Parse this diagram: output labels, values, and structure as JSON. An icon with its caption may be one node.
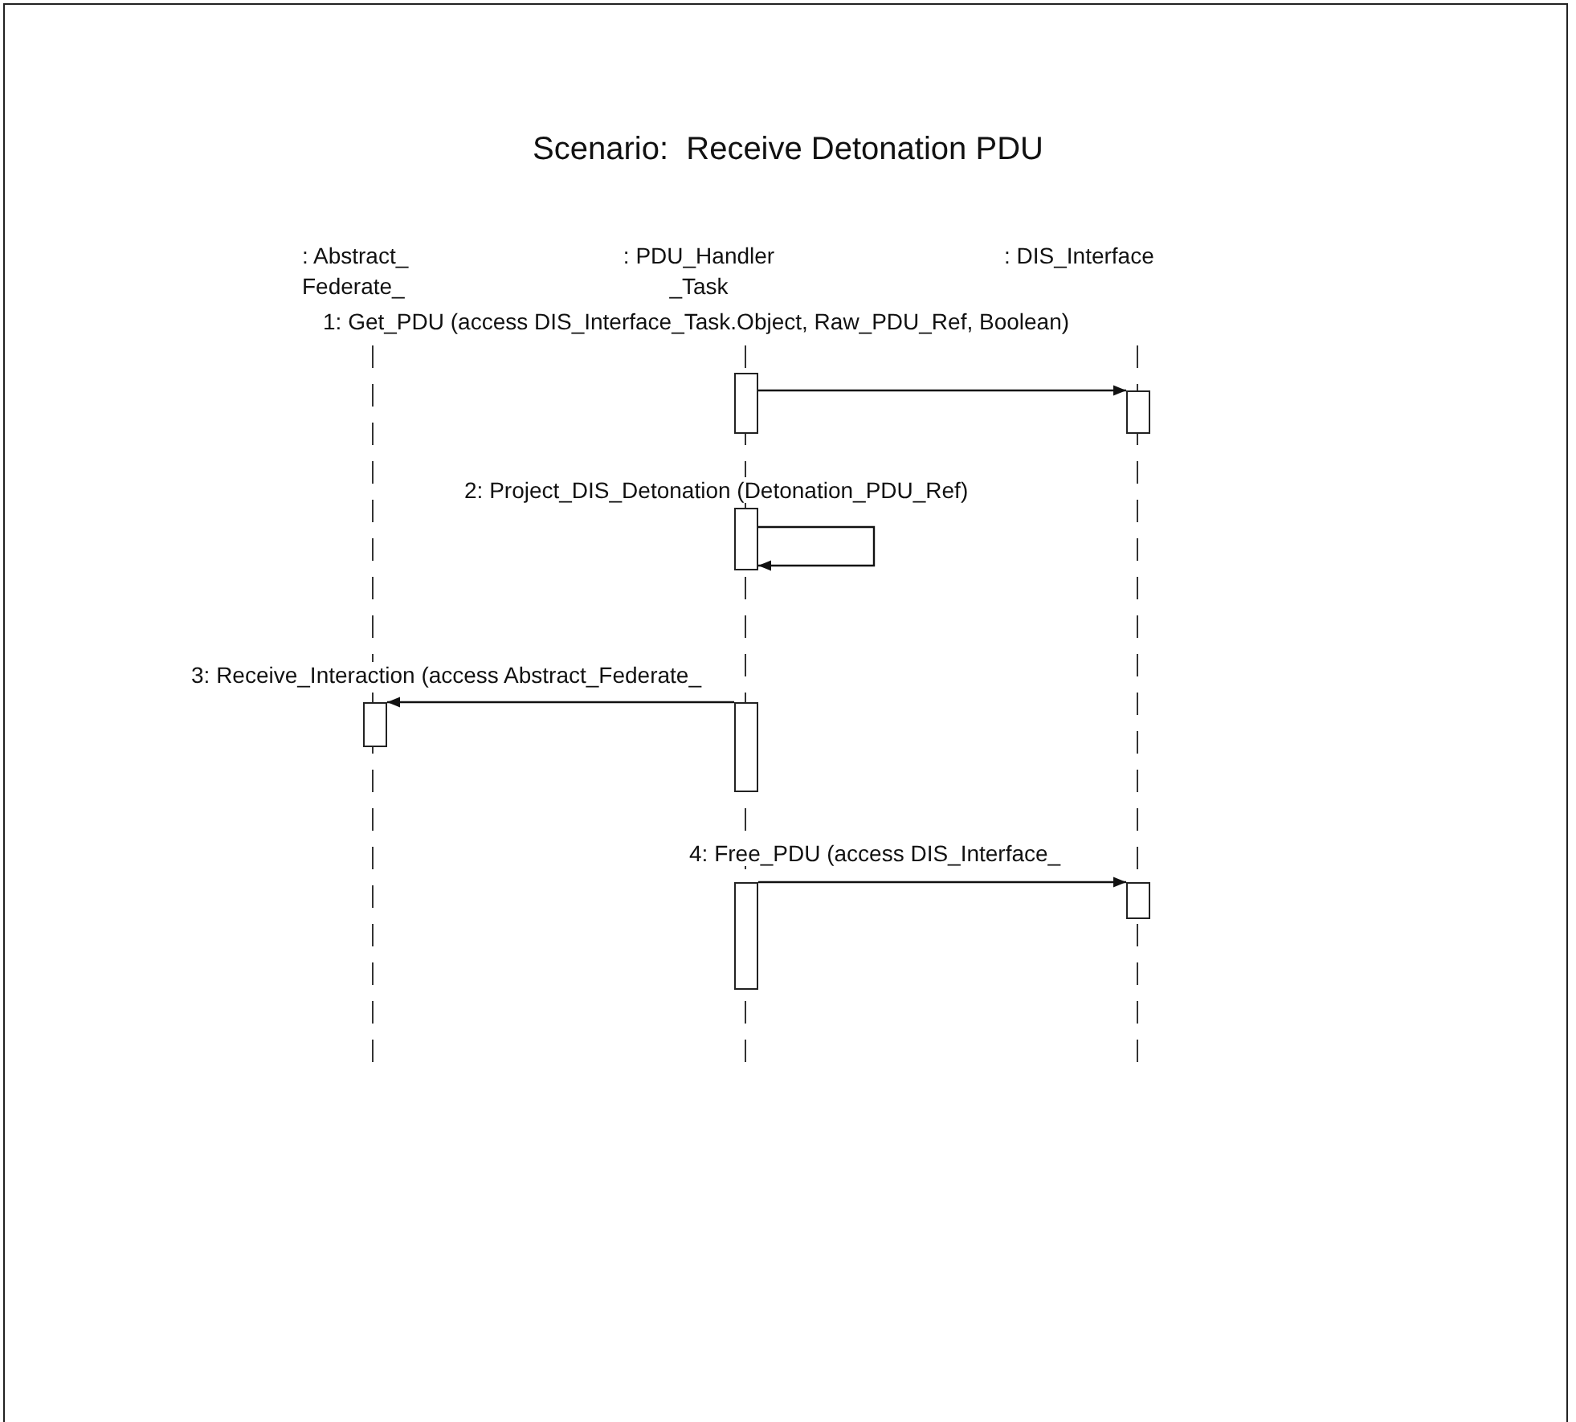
{
  "diagram": {
    "title": "Scenario:  Receive Detonation PDU",
    "nodes": [
      {
        "text": [
          ": Abstract_ Federate_"
        ]
      },
      {
        "text": [
          ": PDU_Handler _Task"
        ]
      },
      {
        "text": [
          ": DIS_Interface"
        ]
      },
      {
        "text": [],
        "shape": "bar"
      },
      {
        "text": [],
        "shape": "bar"
      },
      {
        "text": [],
        "shape": "bar"
      },
      {
        "text": [],
        "shape": "bar"
      },
      {
        "text": [],
        "shape": "bar"
      },
      {
        "text": [],
        "shape": "bar"
      },
      {
        "text": [],
        "shape": "bar"
      }
    ],
    "edges": [
      {
        "from": 3,
        "to": 4,
        "arrow": "to",
        "label": "1: Get_PDU (access DIS_Interface_Task.Object, Raw_PDU_Ref, Boolean)"
      },
      {
        "from": 5,
        "to": 5,
        "arrow": "to",
        "label": "2: Project_DIS_Detonation (Detonation_PDU_Ref)"
      },
      {
        "from": 7,
        "to": 6,
        "arrow": "to",
        "label": "3: Receive_Interaction (access Abstract_Federate_"
      },
      {
        "from": 8,
        "to": 9,
        "arrow": "to",
        "label": "4: Free_PDU (access DIS_Interface_"
      }
    ]
  }
}
